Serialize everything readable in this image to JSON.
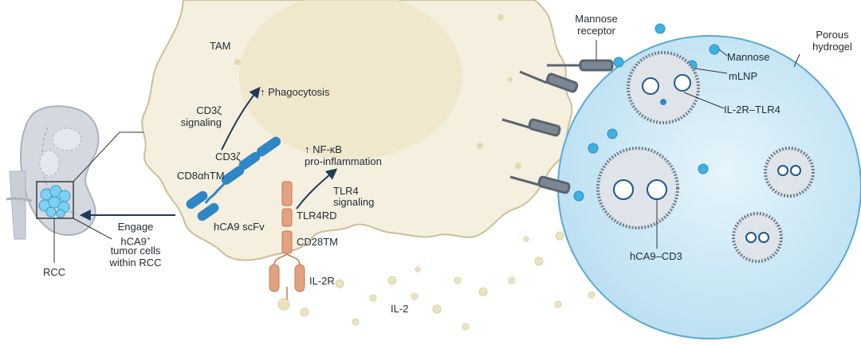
{
  "labels": {
    "tam": "TAM",
    "phagocytosis": "↑ Phagocytosis",
    "cd3z_signaling_1": "CD3ζ",
    "cd3z_signaling_2": "signaling",
    "cd3z": "CD3ζ",
    "cd8_tm": "CD8αhTM",
    "hca9_scfv": "hCA9 scFv",
    "nfkb_1": "↑ NF-κB",
    "nfkb_2": "pro-inflammation",
    "tlr4_signaling_1": "TLR4",
    "tlr4_signaling_2": "signaling",
    "tlr4rd": "TLR4RD",
    "cd28tm": "CD28TM",
    "il2r": "IL-2R",
    "il2": "IL-2",
    "engage_1": "Engage",
    "engage_2": "hCA9",
    "engage_2_sup": "+",
    "engage_3": "tumor cells",
    "engage_4": "within RCC",
    "rcc": "RCC",
    "mannose_receptor_1": "Mannose",
    "mannose_receptor_2": "receptor",
    "mannose": "Mannose",
    "porous_hydrogel_1": "Porous",
    "porous_hydrogel_2": "hydrogel",
    "mlnp": "mLNP",
    "il2r_tlr4": "IL-2R–TLR4",
    "hca9_cd3": "hCA9–CD3"
  },
  "colors": {
    "cell_fill": "#f5efdf",
    "cell_edge": "#cdbf96",
    "nucleus": "#efe5c8",
    "car_blue": "#2f86c6",
    "receptor_orange": "#e3a27f",
    "hydrogel": "#cfe9f6",
    "hydrogel_edge": "#5aa9d2",
    "mannose_dot": "#3fb0e0",
    "kidney": "#c9cfd8",
    "arrow_navy": "#1f3b57",
    "il2_dot": "#ece3bf"
  }
}
